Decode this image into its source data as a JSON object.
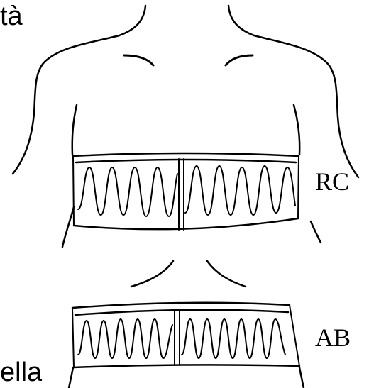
{
  "text_fragments": {
    "top": "tà",
    "bottom": "ella"
  },
  "bands": {
    "upper_label": "RC",
    "lower_label": "AB"
  },
  "colors": {
    "ink": "#000000",
    "background": "#ffffff"
  }
}
